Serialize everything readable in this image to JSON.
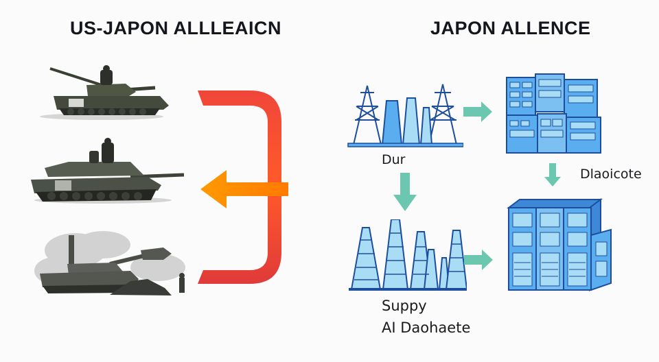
{
  "left_panel": {
    "title": "US-JAPON ALLLEAICN",
    "images": [
      {
        "name": "tank-with-crew",
        "description": "olive tank with soldier in hatch"
      },
      {
        "name": "tank-with-soldiers",
        "description": "dark tank with soldiers on turret"
      },
      {
        "name": "tank-in-smoke",
        "description": "tank with smoke and rubble, soldier standing"
      }
    ]
  },
  "center": {
    "bracket_color": "#ee3b35",
    "arrow_color": "#ff8a00",
    "arrow_direction": "left"
  },
  "right_panel": {
    "title": "JAPON ALLENCE",
    "labels": {
      "power_tower": "Dur",
      "server_top": "Dlaoicote",
      "supply": "Suppy",
      "ai_database": "AI Daohaete"
    },
    "colors": {
      "icon_fill": "#5aaef0",
      "icon_light": "#a9dcf5",
      "icon_stroke": "#1d4e9e",
      "arrow": "#6cc7b0"
    }
  }
}
